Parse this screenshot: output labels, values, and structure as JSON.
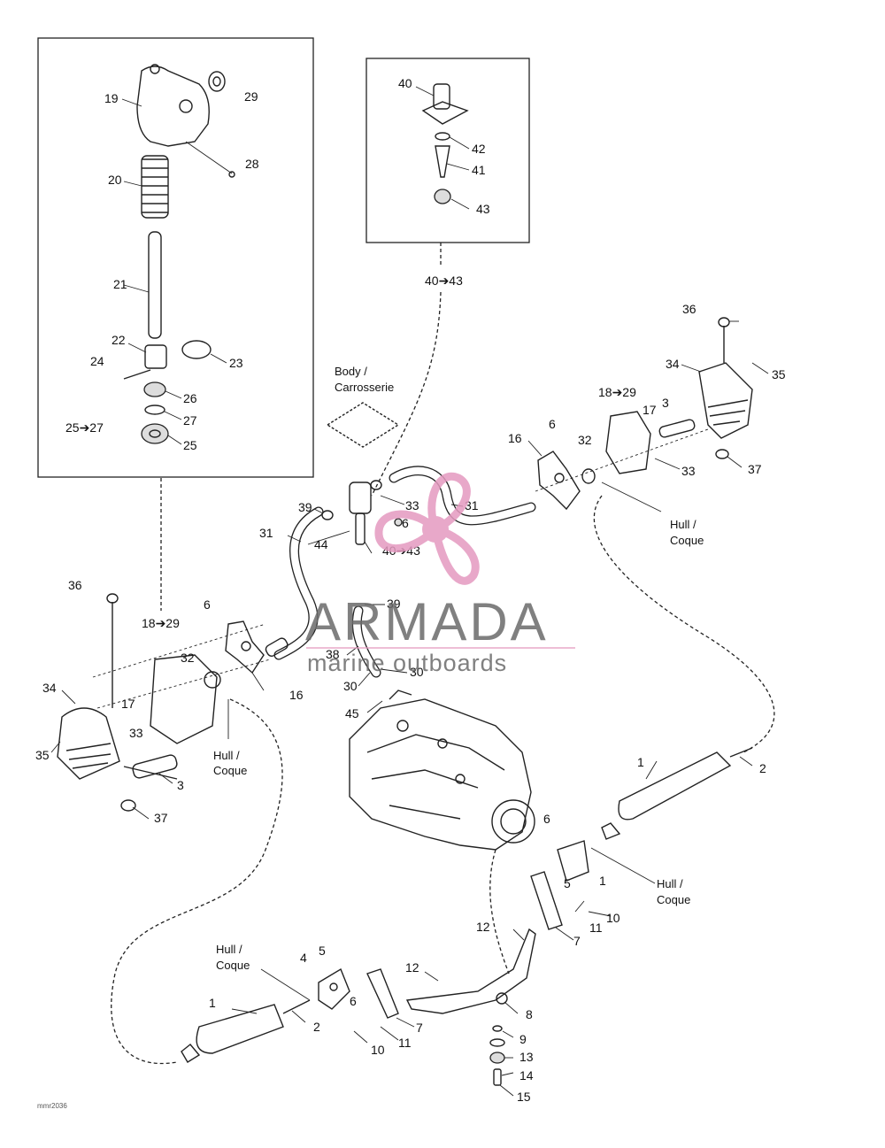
{
  "diagram": {
    "code": "mmr2036",
    "callouts": {
      "c1a": "1",
      "c1b": "1",
      "c1c": "1",
      "c2a": "2",
      "c2b": "2",
      "c3a": "3",
      "c3b": "3",
      "c4": "4",
      "c5a": "5",
      "c5b": "5",
      "c6a": "6",
      "c6b": "6",
      "c6c": "6",
      "c6d": "6",
      "c6e": "6",
      "c7a": "7",
      "c7b": "7",
      "c8": "8",
      "c9": "9",
      "c10a": "10",
      "c10b": "10",
      "c11a": "11",
      "c11b": "11",
      "c12a": "12",
      "c12b": "12",
      "c13": "13",
      "c14": "14",
      "c15": "15",
      "c16a": "16",
      "c16b": "16",
      "c17a": "17",
      "c17b": "17",
      "c18a": "18➔29",
      "c18b": "18➔29",
      "c19": "19",
      "c20": "20",
      "c21": "21",
      "c22": "22",
      "c23": "23",
      "c24": "24",
      "c25": "25",
      "c2527": "25➔27",
      "c26": "26",
      "c27": "27",
      "c28": "28",
      "c29": "29",
      "c30a": "30",
      "c30b": "30",
      "c31a": "31",
      "c31b": "31",
      "c32a": "32",
      "c32b": "32",
      "c33a": "33",
      "c33b": "33",
      "c33c": "33",
      "c34a": "34",
      "c34b": "34",
      "c35a": "35",
      "c35b": "35",
      "c36a": "36",
      "c36b": "36",
      "c37a": "37",
      "c37b": "37",
      "c38": "38",
      "c39a": "39",
      "c39b": "39",
      "c40": "40",
      "c4043a": "40➔43",
      "c4043b": "40➔43",
      "c41": "41",
      "c42": "42",
      "c43": "43",
      "c44": "44",
      "c45": "45"
    },
    "labels": {
      "hull_en": "Hull /",
      "hull_fr": "Coque",
      "body_en": "Body /",
      "body_fr": "Carrosserie"
    }
  },
  "watermark": {
    "brand": "ARMADA",
    "tagline": "marine outboards",
    "color_logo": "#e59ac0",
    "color_text": "#6b6b6b"
  }
}
